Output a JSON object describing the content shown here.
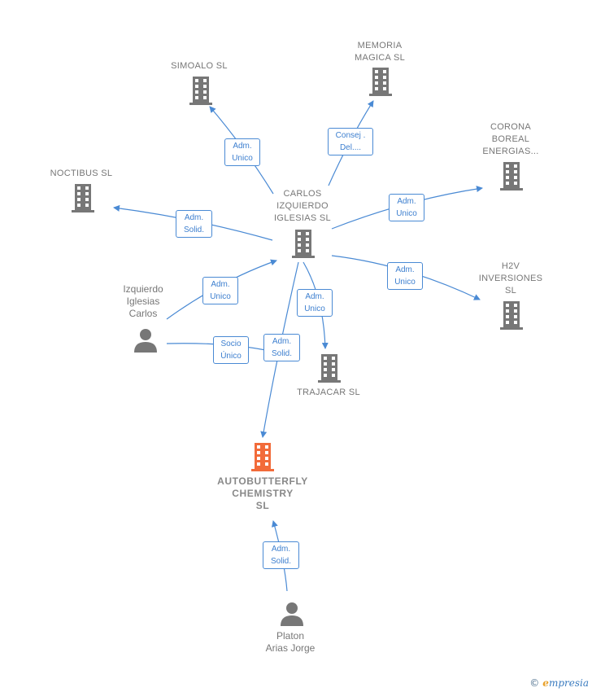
{
  "nodes": {
    "simoalo": {
      "label": "SIMOALO  SL"
    },
    "memoria": {
      "label": "MEMORIA\nMAGICA  SL"
    },
    "corona": {
      "label": "CORONA\nBOREAL\nENERGIAS..."
    },
    "noctibus": {
      "label": "NOCTIBUS  SL"
    },
    "carlos_sl": {
      "label": "CARLOS\nIZQUIERDO\nIGLESIAS SL"
    },
    "h2v": {
      "label": "H2V\nINVERSIONES\nSL"
    },
    "trajacar": {
      "label": "TRAJACAR  SL"
    },
    "autobutterfly": {
      "label": "AUTOBUTTERFLY\nCHEMISTRY\nSL"
    },
    "izquierdo": {
      "label": "Izquierdo\nIglesias\nCarlos"
    },
    "platon": {
      "label": "Platon\nArias Jorge"
    }
  },
  "edges": {
    "e1": {
      "label": "Adm.\nUnico"
    },
    "e2": {
      "label": "Consej .\nDel...."
    },
    "e3": {
      "label": "Adm.\nUnico"
    },
    "e4": {
      "label": "Adm.\nSolid."
    },
    "e5": {
      "label": "Adm.\nUnico"
    },
    "e6": {
      "label": "Adm.\nUnico"
    },
    "e7": {
      "label": "Adm.\nUnico"
    },
    "e8": {
      "label": "Socio\nÚnico"
    },
    "e9": {
      "label": "Adm.\nSolid."
    },
    "e10": {
      "label": "Adm.\nSolid."
    }
  },
  "colors": {
    "edge": "#4a8ad4",
    "building": "#777777",
    "highlight": "#f26b3a",
    "person": "#777777"
  },
  "footer": {
    "copyright": "©",
    "brand_first": "e",
    "brand_rest": "mpresia"
  }
}
